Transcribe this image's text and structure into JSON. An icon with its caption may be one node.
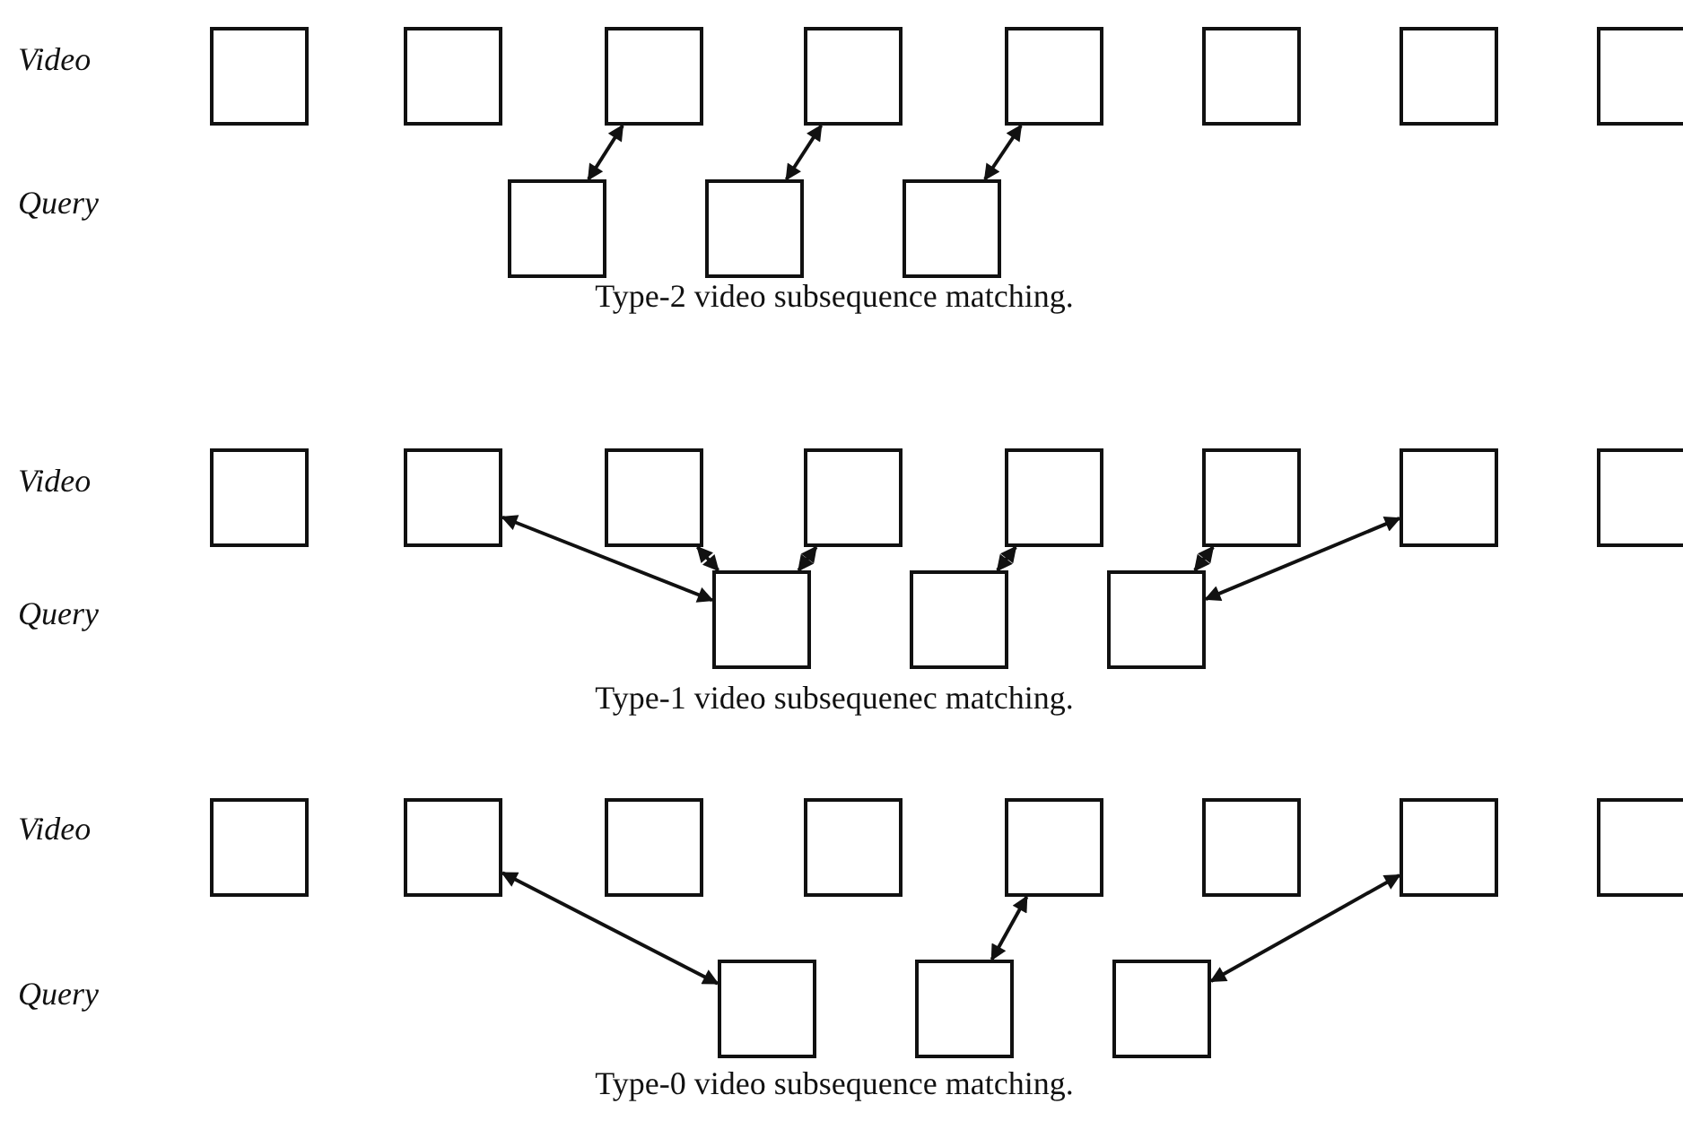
{
  "diagram": {
    "nodes": [
      {
        "text": [],
        "shape": "box"
      },
      {
        "text": [],
        "shape": "box"
      },
      {
        "text": [],
        "shape": "box"
      },
      {
        "text": [],
        "shape": "box"
      },
      {
        "text": [],
        "shape": "box"
      },
      {
        "text": [],
        "shape": "box"
      },
      {
        "text": [],
        "shape": "box"
      },
      {
        "text": [],
        "shape": "box"
      },
      {
        "text": [],
        "shape": "box"
      },
      {
        "text": [],
        "shape": "box"
      },
      {
        "text": [],
        "shape": "box"
      },
      {
        "text": [],
        "shape": "box"
      },
      {
        "text": [],
        "shape": "box"
      },
      {
        "text": [],
        "shape": "box"
      },
      {
        "text": [],
        "shape": "box"
      },
      {
        "text": [],
        "shape": "box"
      },
      {
        "text": [],
        "shape": "box"
      },
      {
        "text": [],
        "shape": "box"
      },
      {
        "text": [],
        "shape": "box"
      },
      {
        "text": [],
        "shape": "box"
      },
      {
        "text": [],
        "shape": "box"
      },
      {
        "text": [],
        "shape": "box"
      },
      {
        "text": [],
        "shape": "box"
      },
      {
        "text": [],
        "shape": "box"
      },
      {
        "text": [],
        "shape": "box"
      },
      {
        "text": [],
        "shape": "box"
      },
      {
        "text": [],
        "shape": "box"
      },
      {
        "text": [],
        "shape": "box"
      },
      {
        "text": [],
        "shape": "box"
      },
      {
        "text": [],
        "shape": "box"
      },
      {
        "text": [],
        "shape": "box"
      },
      {
        "text": [],
        "shape": "box"
      },
      {
        "text": [],
        "shape": "box"
      }
    ],
    "edges": [
      {
        "from": 2,
        "to": 8,
        "arrow": "both"
      },
      {
        "from": 3,
        "to": 9,
        "arrow": "both"
      },
      {
        "from": 4,
        "to": 10,
        "arrow": "both"
      },
      {
        "from": 12,
        "to": 19,
        "arrow": "both"
      },
      {
        "from": 13,
        "to": 19,
        "arrow": "both"
      },
      {
        "from": 14,
        "to": 19,
        "arrow": "both"
      },
      {
        "from": 15,
        "to": 20,
        "arrow": "both"
      },
      {
        "from": 16,
        "to": 21,
        "arrow": "both"
      },
      {
        "from": 17,
        "to": 21,
        "arrow": "both"
      },
      {
        "from": 23,
        "to": 30,
        "arrow": "both"
      },
      {
        "from": 26,
        "to": 31,
        "arrow": "both"
      },
      {
        "from": 28,
        "to": 32,
        "arrow": "both"
      }
    ],
    "labels": [
      "Video",
      "Query",
      "Type-2 video subsequence matching.",
      "Video",
      "Query",
      "Type-1 video subsequenec matching.",
      "Video",
      "Query",
      "Type-0 video subsequence matching."
    ]
  }
}
